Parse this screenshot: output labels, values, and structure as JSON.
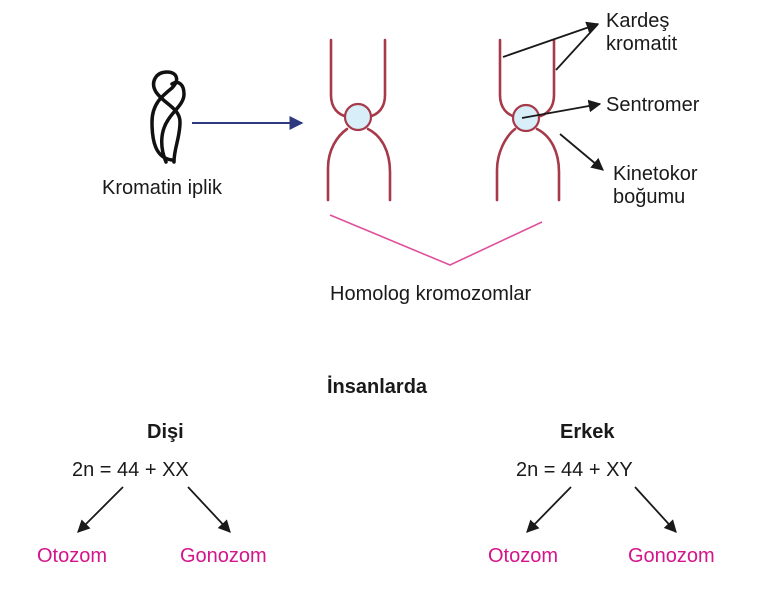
{
  "top_diagram": {
    "chromatin_label": "Kromatin iplik",
    "sister_chromatid_label": [
      "Kardeş",
      "kromatit"
    ],
    "centromere_label": "Sentromer",
    "kinetochore_label": [
      "Kinetokor",
      "boğumu"
    ],
    "homologous_label": "Homolog kromozomlar"
  },
  "bottom_diagram": {
    "title": "İnsanlarda",
    "female": {
      "heading": "Dişi",
      "formula": "2n = 44 + XX",
      "left_label": "Otozom",
      "right_label": "Gonozom"
    },
    "male": {
      "heading": "Erkek",
      "formula": "2n = 44 + XY",
      "left_label": "Otozom",
      "right_label": "Gonozom"
    }
  },
  "colors": {
    "chromosome": "#a63a4a",
    "centromere_fill": "#d8eef8",
    "centromere_stroke": "#a63a4a",
    "pink_text": "#d4148a",
    "bracket": "#e0509a",
    "chromatin_arrow": "#2e3a80",
    "text": "#1a1a1a"
  }
}
